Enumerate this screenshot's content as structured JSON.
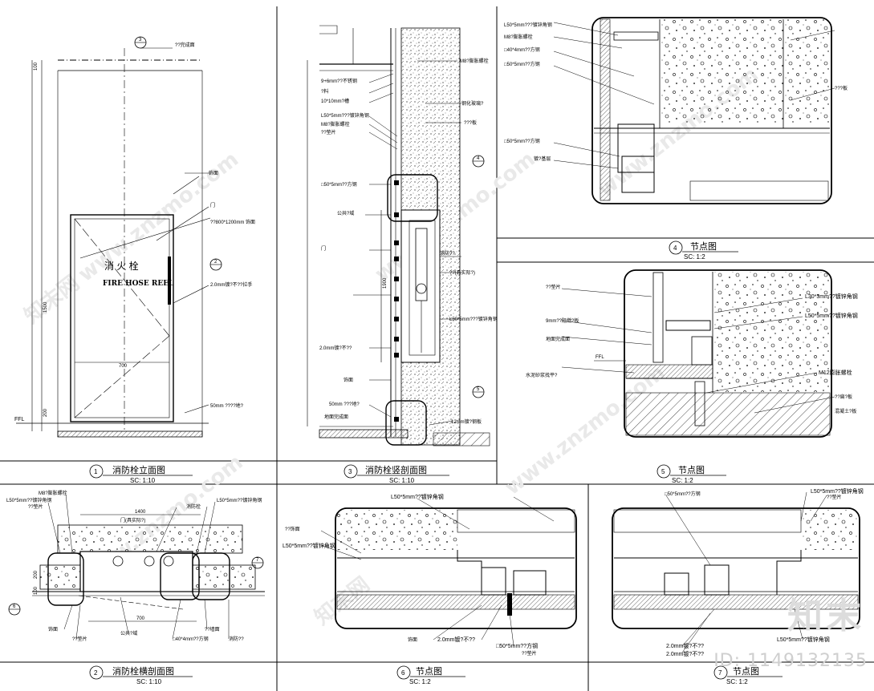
{
  "panels": {
    "p1": {
      "num": "1",
      "title": "消防栓立面图",
      "scale": "SC:      1:10"
    },
    "p2": {
      "num": "2",
      "title": "消防栓横剖面图",
      "scale": "SC:      1:10"
    },
    "p3": {
      "num": "3",
      "title": "消防栓竖剖面图",
      "scale": "SC:      1:10"
    },
    "p4": {
      "num": "4",
      "title": "节点图",
      "scale": "SC:       1:2"
    },
    "p5": {
      "num": "5",
      "title": "节点图",
      "scale": "SC:       1:2"
    },
    "p6": {
      "num": "6",
      "title": "节点图",
      "scale": "SC:       1:2"
    },
    "p7": {
      "num": "7",
      "title": "节点图",
      "scale": "SC:       1:2"
    }
  },
  "elevation": {
    "sign_cn": "消  火  栓",
    "sign_en": "FIRE HOSE REEL",
    "callouts": [
      "??完成面",
      "饰面",
      "??800*1200mm 饰面",
      "门",
      "2.0mm镀?不??拉手",
      "50mm ????地?"
    ],
    "dims": [
      "100",
      "1500",
      "700",
      "200"
    ],
    "ffl": "FFL"
  },
  "vsection": {
    "callouts": [
      "M8?膨胀螺栓",
      "9+6mm??不锈钢",
      "?料",
      "10*10mm?槽",
      "钢化玻璃?",
      "???板",
      "L50*5mm???镀锌角钢",
      "M8?膨胀螺栓",
      "??垫片",
      "□50*5mm??方钢",
      "公共?域",
      "门",
      "消防??",
      "??(具实际?)",
      "L50*5mm???镀锌角钢",
      "2.0mm镀?不??",
      "饰面",
      "50mm ???地?",
      "地面完成面",
      "12mm镀?钢板"
    ],
    "dims": [
      "1900"
    ]
  },
  "hsection": {
    "callouts": [
      "M8?膨胀螺栓",
      "L50*5mm??镀锌角钢",
      "??垫片",
      "L50*5mm??镀锌角钢",
      "消防栓",
      "门(具实际?)",
      "饰面",
      "??垫片",
      "公共?域",
      "□40*4mm??方钢",
      "??墙面",
      "消防??"
    ],
    "dims": [
      "1400",
      "700",
      "200",
      "100"
    ]
  },
  "node4": {
    "callouts": [
      "L50*5mm???镀锌角钢",
      "M8?膨胀螺栓",
      "□40*4mm??方钢",
      "□50*5mm??方钢",
      "□50*5mm??方钢",
      "镀?基层",
      "???板"
    ]
  },
  "node5": {
    "callouts": [
      "L30*3mm??镀锌角钢",
      "L50*5mm??镀锌角钢",
      "9mm??阻燃?板",
      "??垫片",
      "地面完成面",
      "水泥砂浆找平?",
      "M12膨胀螺栓",
      "??扁?板",
      "混凝土?板"
    ],
    "ffl": "FFL"
  },
  "node6": {
    "callouts": [
      "L50*5mm??镀锌角钢",
      "??饰面",
      "L50*5mm??镀锌角钢",
      "饰面",
      "2.0mm镀?不??",
      "□50*5mm??方钢",
      "??垫片"
    ]
  },
  "node7": {
    "callouts": [
      "□50*5mm??方钢",
      "L50*5mm??镀锌角钢",
      "??垫片",
      "2.0mm镀?不??",
      "2.0mm镀?不??",
      "L50*5mm??镀锌角钢"
    ]
  },
  "watermarks": [
    "www.znzmo.com",
    "知末网"
  ],
  "brand": "知末",
  "image_id": "ID: 1149132135"
}
